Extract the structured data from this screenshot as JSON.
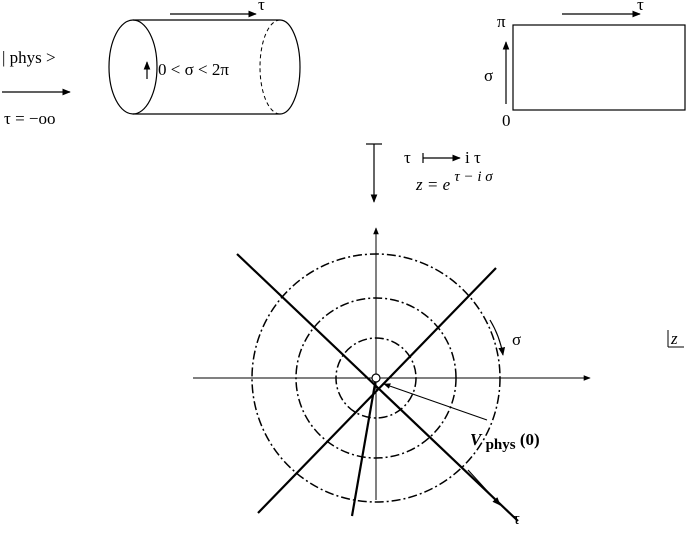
{
  "top_left": {
    "state_label": "| phys >",
    "tau_limit": "τ = −oo",
    "tau_arrow_label": "τ",
    "sigma_range": "0 < σ < 2π"
  },
  "top_right": {
    "tau_arrow_label": "τ",
    "pi_label": "π",
    "zero_label": "0",
    "sigma_label": "σ"
  },
  "mapping": {
    "tau_label": "τ",
    "i_tau_label": "i τ",
    "z_formula_lhs": "z = e",
    "z_formula_exp": "τ − i σ"
  },
  "complex_plane": {
    "sigma_label": "σ",
    "tau_label": "τ",
    "z_label": "z",
    "operator_name": "V",
    "operator_sub": "phys",
    "operator_arg": "(0)"
  }
}
